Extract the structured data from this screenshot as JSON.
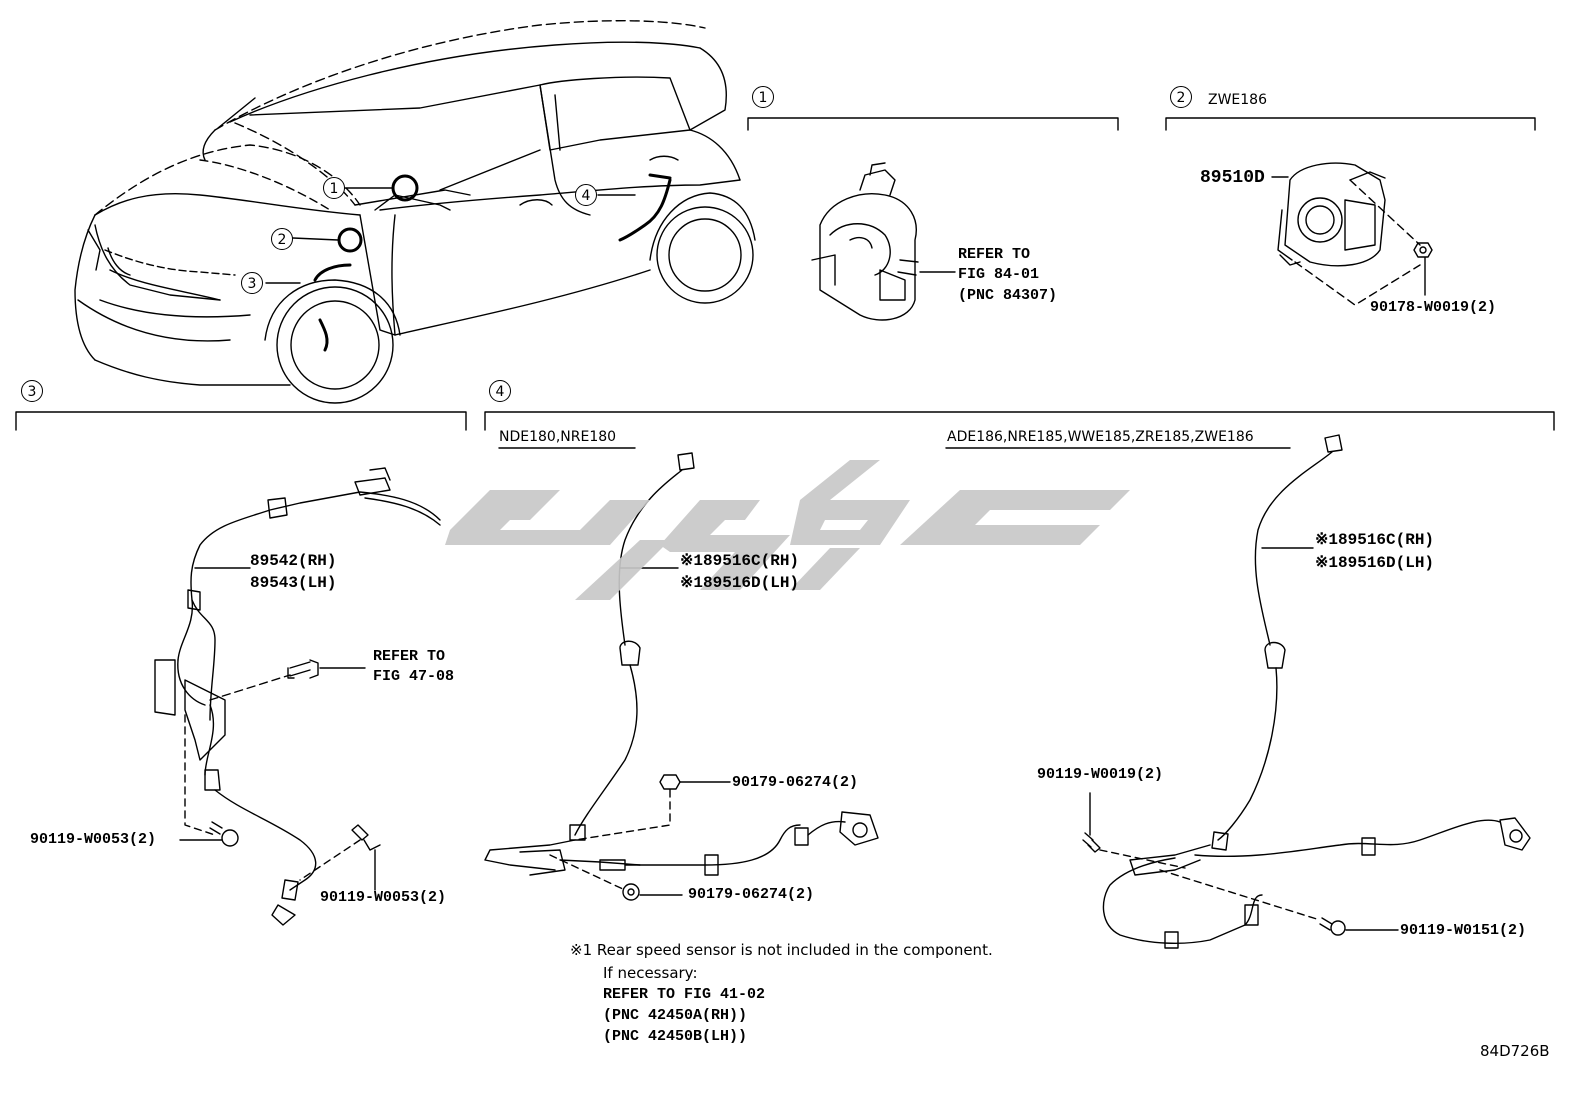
{
  "callouts": {
    "c1": "1",
    "c2": "2",
    "c3": "3",
    "c4": "4"
  },
  "sections": {
    "s1": {
      "num": "1"
    },
    "s2": {
      "num": "2",
      "model": "ZWE186"
    },
    "s3": {
      "num": "3"
    },
    "s4": {
      "num": "4",
      "model_left": "NDE180,NRE180",
      "model_right": "ADE186,NRE185,WWE185,ZRE185,ZWE186"
    }
  },
  "parts": {
    "p89510D": "89510D",
    "p90178": "90178-W0019(2)",
    "ref84_l1": "REFER TO",
    "ref84_l2": "FIG 84-01",
    "ref84_l3": "(PNC 84307)",
    "p89542": "89542(RH)",
    "p89543": "89543(LH)",
    "ref47_l1": "REFER TO",
    "ref47_l2": "FIG 47-08",
    "p90119_53a": "90119-W0053(2)",
    "p90119_53b": "90119-W0053(2)",
    "p89516C_a": "※189516C(RH)",
    "p89516D_a": "※189516D(LH)",
    "p90179_a": "90179-06274(2)",
    "p90179_b": "90179-06274(2)",
    "p89516C_b": "※189516C(RH)",
    "p89516D_b": "※189516D(LH)",
    "p90119_19": "90119-W0019(2)",
    "p90119_151": "90119-W0151(2)"
  },
  "footnote": {
    "line1": "※1 Rear speed sensor is not included in the component.",
    "line2": "If necessary:",
    "line3": "REFER TO FIG 41-02",
    "line4": "(PNC 42450A(RH))",
    "line5": "(PNC 42450B(LH))"
  },
  "figure_id": "84D726B",
  "watermark_color": "#c8c8c8"
}
